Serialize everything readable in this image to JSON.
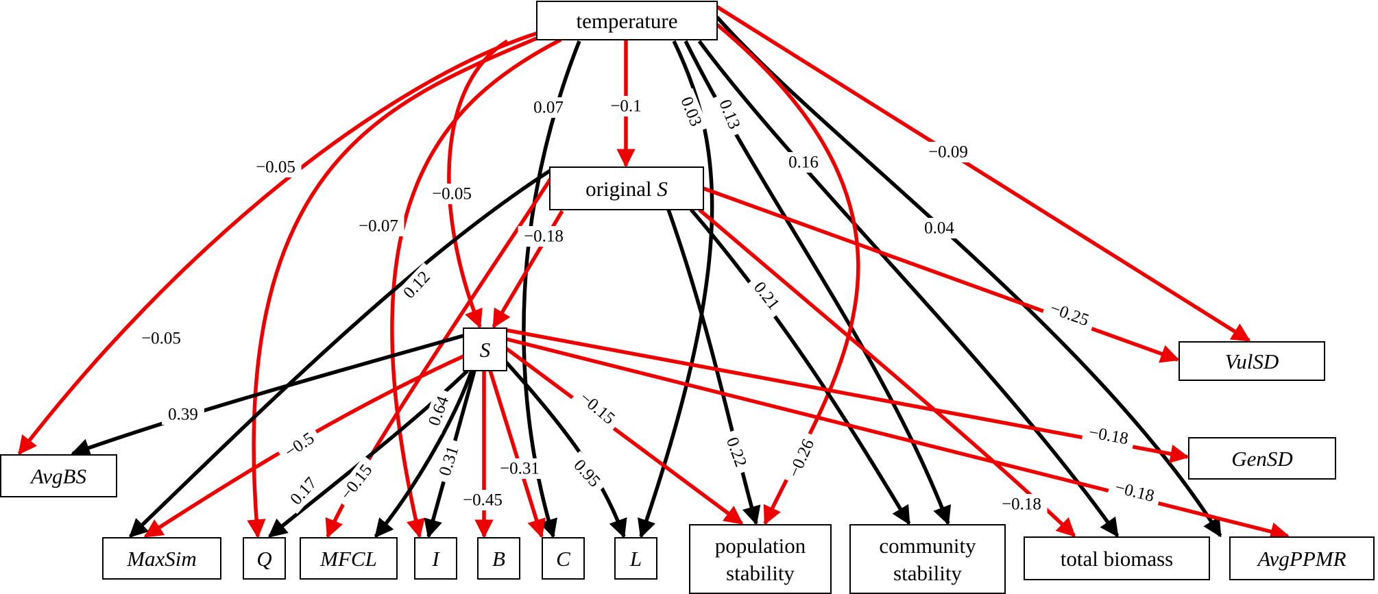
{
  "colors": {
    "positive": "#000000",
    "negative": "#ee0000",
    "node_border": "#000000",
    "background": "#ffffff"
  },
  "nodes": {
    "temperature": {
      "lines": [
        {
          "parts": [
            {
              "t": "temperature",
              "i": false
            }
          ]
        }
      ]
    },
    "original_s": {
      "lines": [
        {
          "parts": [
            {
              "t": "original ",
              "i": false
            },
            {
              "t": "S",
              "i": true
            }
          ]
        }
      ]
    },
    "s": {
      "lines": [
        {
          "parts": [
            {
              "t": "S",
              "i": true
            }
          ]
        }
      ]
    },
    "vulsd": {
      "lines": [
        {
          "parts": [
            {
              "t": "VulSD",
              "i": true
            }
          ]
        }
      ]
    },
    "gensd": {
      "lines": [
        {
          "parts": [
            {
              "t": "GenSD",
              "i": true
            }
          ]
        }
      ]
    },
    "avgbs": {
      "lines": [
        {
          "parts": [
            {
              "t": "AvgBS",
              "i": true
            }
          ]
        }
      ]
    },
    "maxsim": {
      "lines": [
        {
          "parts": [
            {
              "t": "MaxSim",
              "i": true
            }
          ]
        }
      ]
    },
    "q": {
      "lines": [
        {
          "parts": [
            {
              "t": "Q",
              "i": true
            }
          ]
        }
      ]
    },
    "mfcl": {
      "lines": [
        {
          "parts": [
            {
              "t": "MFCL",
              "i": true
            }
          ]
        }
      ]
    },
    "i": {
      "lines": [
        {
          "parts": [
            {
              "t": "I",
              "i": true
            }
          ]
        }
      ]
    },
    "b": {
      "lines": [
        {
          "parts": [
            {
              "t": "B",
              "i": true
            }
          ]
        }
      ]
    },
    "c": {
      "lines": [
        {
          "parts": [
            {
              "t": "C",
              "i": true
            }
          ]
        }
      ]
    },
    "l": {
      "lines": [
        {
          "parts": [
            {
              "t": "L",
              "i": true
            }
          ]
        }
      ]
    },
    "population_stability": {
      "lines": [
        {
          "parts": [
            {
              "t": "population",
              "i": false
            }
          ]
        },
        {
          "parts": [
            {
              "t": "stability",
              "i": false
            }
          ]
        }
      ]
    },
    "community_stability": {
      "lines": [
        {
          "parts": [
            {
              "t": "community",
              "i": false
            }
          ]
        },
        {
          "parts": [
            {
              "t": "stability",
              "i": false
            }
          ]
        }
      ]
    },
    "total_biomass": {
      "lines": [
        {
          "parts": [
            {
              "t": "total biomass",
              "i": false
            }
          ]
        }
      ]
    },
    "avgppmr": {
      "lines": [
        {
          "parts": [
            {
              "t": "AvgPPMR",
              "i": true
            }
          ]
        }
      ]
    }
  },
  "edges": [
    {
      "from": "temperature",
      "to": "original_s",
      "coef": "−0.1",
      "sign": "negative"
    },
    {
      "from": "temperature",
      "to": "s",
      "coef": "−0.05",
      "sign": "negative"
    },
    {
      "from": "temperature",
      "to": "avgbs",
      "coef": "−0.05",
      "sign": "negative"
    },
    {
      "from": "temperature",
      "to": "q",
      "coef": "−0.05",
      "sign": "negative"
    },
    {
      "from": "temperature",
      "to": "i",
      "coef": "−0.07",
      "sign": "negative"
    },
    {
      "from": "temperature",
      "to": "c",
      "coef": "0.07",
      "sign": "positive"
    },
    {
      "from": "temperature",
      "to": "l",
      "coef": "0.03",
      "sign": "positive"
    },
    {
      "from": "temperature",
      "to": "community_stability",
      "coef": "0.13",
      "sign": "positive"
    },
    {
      "from": "temperature",
      "to": "total_biomass",
      "coef": "0.16",
      "sign": "positive"
    },
    {
      "from": "temperature",
      "to": "avgppmr",
      "coef": "0.04",
      "sign": "positive"
    },
    {
      "from": "temperature",
      "to": "vulsd",
      "coef": "−0.09",
      "sign": "negative"
    },
    {
      "from": "temperature",
      "to": "population_stability",
      "coef": "−0.26",
      "sign": "negative"
    },
    {
      "from": "original_s",
      "to": "s",
      "coef": "−0.18",
      "sign": "negative"
    },
    {
      "from": "original_s",
      "to": "maxsim",
      "coef": "0.12",
      "sign": "positive"
    },
    {
      "from": "original_s",
      "to": "mfcl",
      "coef": "−0.15",
      "sign": "negative"
    },
    {
      "from": "original_s",
      "to": "population_stability",
      "coef": "0.22",
      "sign": "positive"
    },
    {
      "from": "original_s",
      "to": "community_stability",
      "coef": "0.21",
      "sign": "positive"
    },
    {
      "from": "original_s",
      "to": "total_biomass",
      "coef": "−0.18",
      "sign": "negative"
    },
    {
      "from": "original_s",
      "to": "vulsd",
      "coef": "−0.25",
      "sign": "negative"
    },
    {
      "from": "s",
      "to": "avgbs",
      "coef": "0.39",
      "sign": "positive"
    },
    {
      "from": "s",
      "to": "maxsim",
      "coef": "−0.5",
      "sign": "negative"
    },
    {
      "from": "s",
      "to": "q",
      "coef": "0.17",
      "sign": "positive"
    },
    {
      "from": "s",
      "to": "mfcl",
      "coef": "0.64",
      "sign": "positive"
    },
    {
      "from": "s",
      "to": "i",
      "coef": "0.31",
      "sign": "positive"
    },
    {
      "from": "s",
      "to": "b",
      "coef": "−0.45",
      "sign": "negative"
    },
    {
      "from": "s",
      "to": "c",
      "coef": "−0.31",
      "sign": "negative"
    },
    {
      "from": "s",
      "to": "l",
      "coef": "0.95",
      "sign": "positive"
    },
    {
      "from": "s",
      "to": "population_stability",
      "coef": "−0.15",
      "sign": "negative"
    },
    {
      "from": "s",
      "to": "gensd",
      "coef": "−0.18",
      "sign": "negative"
    },
    {
      "from": "s",
      "to": "avgppmr",
      "coef": "−0.18",
      "sign": "negative"
    }
  ]
}
